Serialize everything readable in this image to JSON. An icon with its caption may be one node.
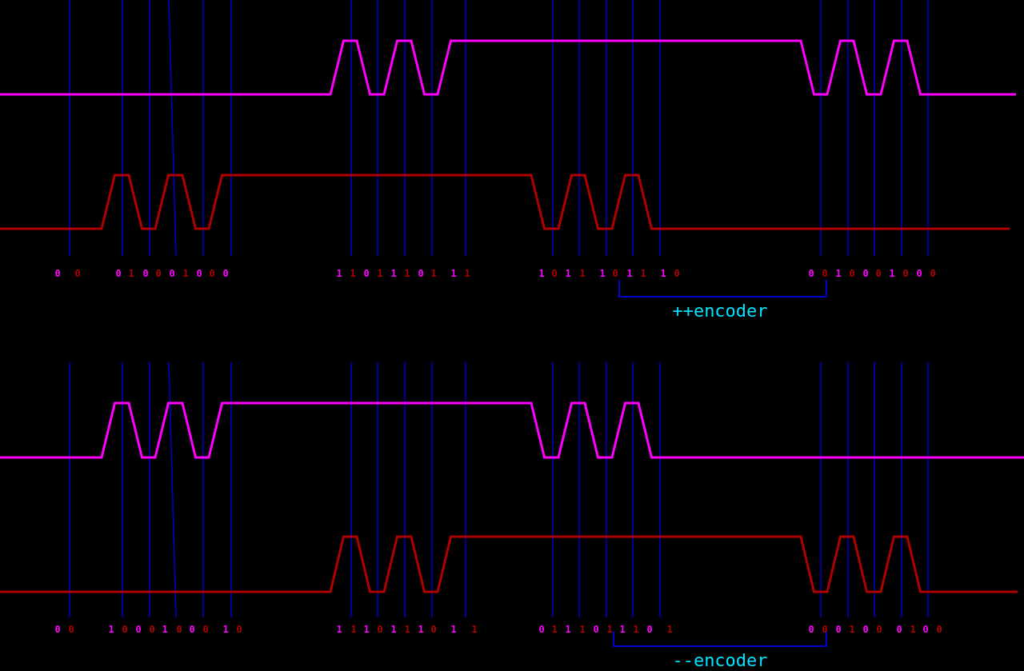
{
  "diagram": {
    "labels": [
      "0",
      "0",
      "0",
      "1",
      "0",
      "0",
      "0",
      "1",
      "0",
      "0",
      "0",
      "1",
      "1",
      "0",
      "1",
      "1",
      "1",
      "0",
      "1",
      "1",
      "1",
      "1",
      "0",
      "1",
      "1",
      "1",
      "0",
      "1",
      "1",
      "1",
      "0",
      "0",
      "0",
      "1",
      "0",
      "0",
      "0",
      "1",
      "0",
      "0",
      "0",
      "++encoder",
      "0",
      "0",
      "1",
      "0",
      "0",
      "0",
      "1",
      "0",
      "0",
      "0",
      "1",
      "0",
      "1",
      "1",
      "1",
      "0",
      "1",
      "1",
      "1",
      "0",
      "1",
      "1",
      "0",
      "1",
      "1",
      "1",
      "0",
      "1",
      "1",
      "1",
      "0",
      "1",
      "0",
      "0",
      "0",
      "1",
      "0",
      "0",
      "0",
      "1",
      "0",
      "0",
      "--encoder"
    ]
  }
}
